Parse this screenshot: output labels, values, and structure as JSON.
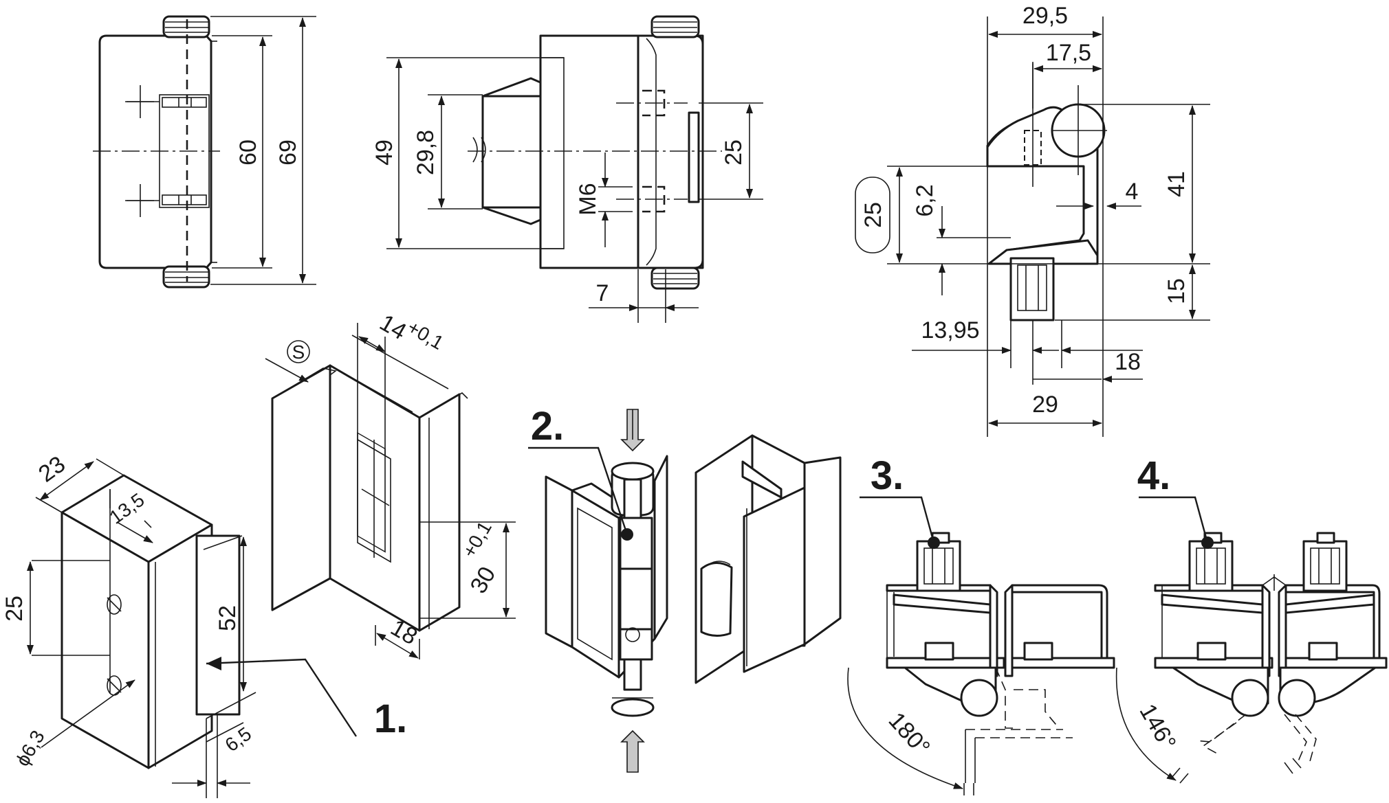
{
  "top_views": {
    "front": {
      "dims": [
        "60",
        "69"
      ]
    },
    "side": {
      "dims": [
        "49",
        "29,8",
        "25",
        "M6",
        "7"
      ]
    },
    "end": {
      "dims": [
        "29,5",
        "17,5",
        "25",
        "6,2",
        "4",
        "41",
        "15",
        "13,95",
        "18",
        "29"
      ]
    }
  },
  "bottom_views": {
    "cutout_1": {
      "dims": [
        "23",
        "13,5",
        "25",
        "52",
        "6,5"
      ],
      "hole_label": "ϕ6,3",
      "callout": "1."
    },
    "cutout_profile": {
      "dims": [
        "14",
        "+0,1",
        "30",
        "+0,1",
        "18"
      ],
      "symbol": "S"
    },
    "assembly": {
      "callout": "2."
    },
    "opening_3": {
      "callout": "3.",
      "angle": "180°"
    },
    "opening_4": {
      "callout": "4.",
      "angle": "146°"
    }
  }
}
